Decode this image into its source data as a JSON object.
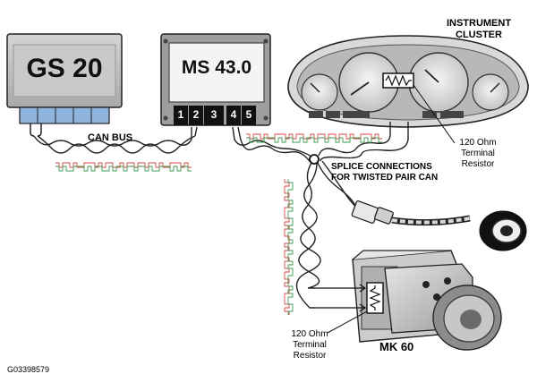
{
  "modules": {
    "gs20": {
      "label": "GS 20"
    },
    "ms43": {
      "label": "MS 43.0",
      "pins": [
        "1",
        "2",
        "3",
        "4",
        "5"
      ]
    },
    "cluster": {
      "label_line1": "INSTRUMENT",
      "label_line2": "CLUSTER"
    },
    "mk60": {
      "label": "MK 60"
    }
  },
  "annotations": {
    "can_bus": "CAN BUS",
    "splice_line1": "SPLICE CONNECTIONS",
    "splice_line2": "FOR TWISTED PAIR CAN",
    "resistor_cluster": [
      "120 Ohm",
      "Terminal",
      "Resistor"
    ],
    "resistor_mk60": [
      "120 Ohm",
      "Terminal",
      "Resistor"
    ]
  },
  "figure_id": "G03398579",
  "colors": {
    "module_grey": "#bfbfbf",
    "connector_blue": "#8fb5de",
    "wire_red": "#d9473f",
    "wire_green": "#3d9a55",
    "outline": "#222222"
  }
}
